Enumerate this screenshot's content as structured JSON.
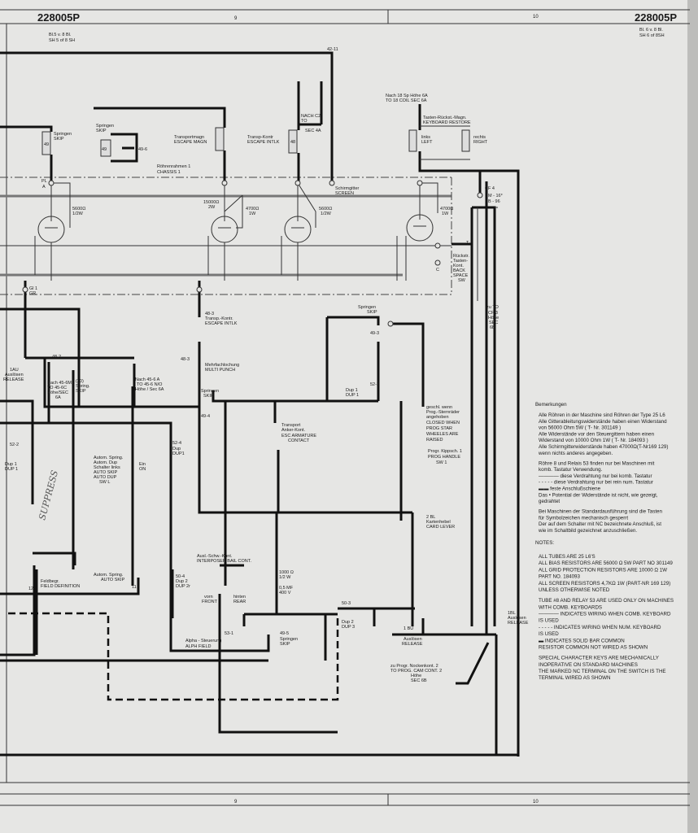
{
  "header": {
    "doc_left": "228005P",
    "sheet_left": [
      "Bl.5 v. 8 Bl.",
      "SH 5 of 8 SH"
    ],
    "col9": "9",
    "col10": "10",
    "doc_right": "228005P",
    "sheet_right": [
      "Bl. 6 v. 8 Bl.",
      "SH 6 of 8SH"
    ],
    "ref_top": "42-11"
  },
  "footer": {
    "col9": "9",
    "col10": "10"
  },
  "labels": {
    "springen_skip_1": [
      "Springen",
      "SKIP"
    ],
    "relay49_1": "49",
    "springen_skip_2": [
      "Springen",
      "SKIP"
    ],
    "relay49_2": "49",
    "ref_49_6": "49-6",
    "transportmagn": [
      "Transportmagn",
      "ESCAPE MAGN"
    ],
    "transp_kontr": [
      "Transp-Kontr",
      "ESCAPE INTLK"
    ],
    "relay48": "48",
    "nach_c2": [
      "NACH C2",
      "TO",
      "SEC 4A"
    ],
    "chassis": [
      "Röhrenrahmen 1",
      "CHASSIS 1"
    ],
    "schirmgitter": [
      "Schirmgitter",
      "SCREEN"
    ],
    "nach_18": [
      "Nach 18 Sp Höhe 6A",
      "TO 18 COIL SEC 6A"
    ],
    "keyboard_restore": [
      "Tasten-Rückst.-Magn.",
      "KEYBOARD RESTORE"
    ],
    "left": [
      "links",
      "LEFT"
    ],
    "right": [
      "rechts",
      "RIGHT"
    ],
    "pl_a": [
      "PL",
      "A"
    ],
    "r5600": [
      "5600Ω",
      "1/2W"
    ],
    "r15000": [
      "15000Ω",
      "2W"
    ],
    "r4700a": [
      "4700Ω",
      "1W"
    ],
    "r5600b": [
      "5600Ω",
      "1/2W"
    ],
    "r4700b": [
      "4700Ω",
      "1W"
    ],
    "cf4": [
      "CF 4",
      "M - 16*",
      "B - 96"
    ],
    "backspace": [
      "Rückstr.",
      "Tasten-",
      "Kont.",
      "BACK",
      "SPACE",
      "SW"
    ],
    "terminal_t": "T",
    "terminal_c": "C",
    "zu_cf3": [
      "zu TO",
      "CF 3",
      "Höhe",
      "SEC",
      "6B"
    ],
    "gl_gr": [
      "Gl 1",
      "GR"
    ],
    "ref_48_3a": [
      "48-3",
      "Transp.-Kontr.",
      "ESCAPE INTLK"
    ],
    "ref_48_3b": [
      "48-3",
      "Mehrfachlochung",
      "MULTI PUNCH"
    ],
    "springen_skip_3": [
      "Springen",
      "SKIP",
      "49-4"
    ],
    "springen_skip_4": [
      "Springen",
      "SKIP",
      "49-3"
    ],
    "ref_52_3": [
      "52-3",
      "Dup 1",
      "DUP 1"
    ],
    "release_1au": [
      "1AU",
      "Auslösen",
      "RELEASE"
    ],
    "ref_48_2": "48-2",
    "nach_45_6m": [
      "Nach 45-6M",
      "TO 45-6C",
      "Höhe/SEC",
      "6A"
    ],
    "spring_skip_small": [
      "(30)",
      "Spring.",
      "SKIP"
    ],
    "nach_45_6a": [
      "Nach 45-6 A",
      "TO 45-6 N/O",
      "Höhe / Sec 6A"
    ],
    "ref_52_2": [
      "52-2",
      "Dup 1",
      "DUP 1"
    ],
    "ref_52_4": [
      "52-4",
      "Dup",
      "DUP1"
    ],
    "auto_spring": [
      "Autom. Spring.",
      "Autom. Dup",
      "Schalter links",
      "AUTO SKIP",
      "AUTO DUP",
      "SW L"
    ],
    "ein_on": [
      "Ein",
      "ON"
    ],
    "transport_anker": [
      "Transport",
      "Anker-Kont.",
      "ESC ARMATURE",
      "CONTACT"
    ],
    "closed_when": [
      "geschl. wenn",
      "Prog.-Sternräder",
      "angehoben",
      "CLOSED WHEN",
      "PROG STAR",
      "WHEELES ARE",
      "RAISED"
    ],
    "prog_handle": [
      "Progr. Kippsch. 1",
      "PROG HANDLE",
      "SW 1"
    ],
    "card_lever": [
      "2 BL",
      "Kartenhebel",
      "CARD LEVER"
    ],
    "handwritten": "SUPPRESS",
    "field_def": [
      "Feldbegr.",
      "FIELD DEFINITION"
    ],
    "term_12": "12",
    "auto_skip": [
      "Autom. Spring.",
      "AUTO SKIP"
    ],
    "term_11": "11",
    "ref_50_4": [
      "50-4",
      "Dup 2",
      "DUP 2r"
    ],
    "interposer": [
      "Ausl.-Schw.-Kont.",
      "INTERPOSER BAIL CONT."
    ],
    "front": [
      "vorn",
      "FRONT"
    ],
    "rear": [
      "hinten",
      "REAR"
    ],
    "r1000": [
      "1000 Ω",
      "1/2 W"
    ],
    "cap": [
      "0,5 MF",
      "400 V"
    ],
    "ref_53_1": "53-1",
    "alpha_field": [
      "Alpha - Steuerung",
      "ALPH FIELD"
    ],
    "ref_49_5": [
      "49-5",
      "Springen",
      "SKIP"
    ],
    "ref_50_3": [
      "50-3",
      "Dup 2",
      "DUP 3"
    ],
    "release_1bu": [
      "1 BU",
      "Auslösen",
      "RELEASE"
    ],
    "release_1bl": [
      "1BL",
      "Auslösen",
      "RELEASE"
    ],
    "cam_cont": [
      "zu Progr. Nockenkont. 2",
      "TO PROG. CAM CONT. 2",
      "Höhe",
      "SEC 6B"
    ]
  },
  "notes_de": {
    "title": "Bemerkungen",
    "lines": [
      "Alle Röhren in der Maschine sind Röhren der Type 25 L6",
      "Alle Gitterableitungswiderstände haben einen Widerstand",
      "von 56000 Ohm 5W ( T- Nr. 301149 )",
      "Alle Widerstände vor den Steuergittern haben einen",
      "Widerstand von 10000 Ohm 1W ( T- Nr. 184093 )",
      "Alle Schirmgitterwiderstände haben 47000Ω(T-Nr169 129)",
      "wenn nichts anderes angegeben.",
      "",
      "Röhre 8 und Relais 53 finden nur bei Maschinen mit",
      "komb. Tastatur Verwendung.",
      "———— diese Verdrahtung nur bei komb. Tastatur",
      "- - - - - diese Verdrahtung nur bei rein num. Tastatur",
      "▬▬ feste Anschlußschiene",
      "Das • Potential der Widerstände ist nicht, wie gezeigt,",
      "gedrahtet",
      "",
      "Bei Maschinen der Standardausführung sind die Tasten",
      "für Symbolzeichen mechanisch gesperrt",
      "Der auf dem Schalter mit NC bezeichnete Anschluß, ist",
      "wie im Schaltbild gezeichnet anzuschließen."
    ]
  },
  "notes_en": {
    "title": "NOTES:",
    "lines": [
      "ALL TUBES ARE 25 L6'S",
      "ALL BIAS RESISTORS ARE 56000 Ω 5W PART NO 301149",
      "ALL GRID PROTECTION RESISTORS ARE 10000 Ω 1W",
      "PART NO. 184093",
      "ALL SCREEN RESISTORS 4,7KΩ 1W (PART-NR 169 129)",
      "UNLESS OTHERWISE NOTED",
      "",
      "TUBE #8 AND RELAY 53 ARE USED ONLY ON MACHINES",
      "WITH COMB. KEYBOARDS",
      "———— INDICATES WIRING WHEN COMB. KEYBOARD",
      "IS USED",
      "- - - - - INDICATES WIRING WHEN NUM. KEYBOARD",
      "IS USED",
      "▬ INDICATES SOLID BAR COMMON",
      "RESISTOR COMMON NOT WIRED AS SHOWN",
      "",
      "SPECIAL CHARACTER KEYS ARE MECHANICALLY",
      "INOPERATIVE ON STANDARD MACHINES",
      "THE MARKED NC TERMINAL ON THE SWITCH IS THE",
      "TERMINAL WIRED AS SHOWN"
    ]
  }
}
